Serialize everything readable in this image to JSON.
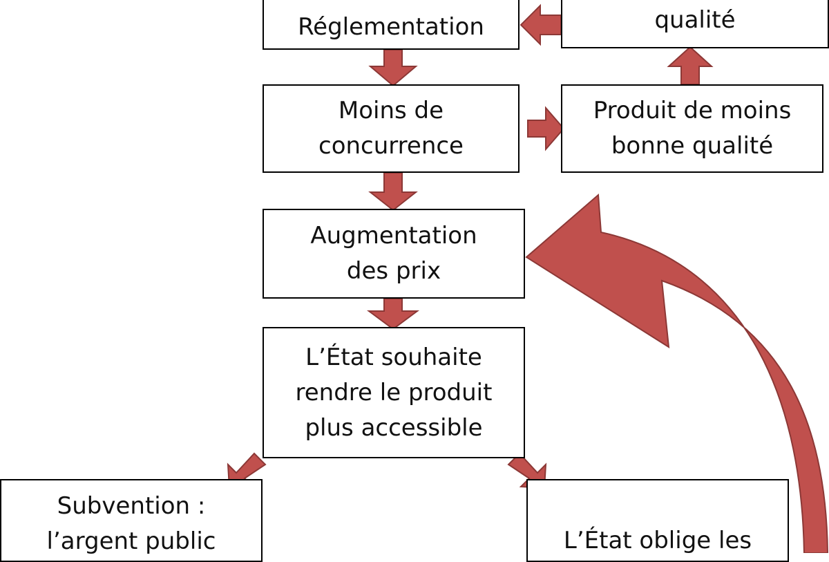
{
  "colors": {
    "arrow_fill": "#c0504d",
    "arrow_stroke": "#8c3836",
    "box_border": "#000000"
  },
  "boxes": {
    "qualite": {
      "line1": "qualité"
    },
    "reglementation": {
      "line1": "Réglementation"
    },
    "moins_concurrence": {
      "line1": "Moins de",
      "line2": "concurrence"
    },
    "moins_bonne_qualite": {
      "line1": "Produit de moins",
      "line2": "bonne qualité"
    },
    "augmentation": {
      "line1": "Augmentation",
      "line2": "des prix"
    },
    "etat_souhaite": {
      "line1": "L’État souhaite",
      "line2": "rendre le produit",
      "line3": "plus accessible"
    },
    "subvention": {
      "line1": "Subvention :",
      "line2": "l’argent public"
    },
    "etat_oblige": {
      "line1": "L’État oblige les"
    }
  }
}
